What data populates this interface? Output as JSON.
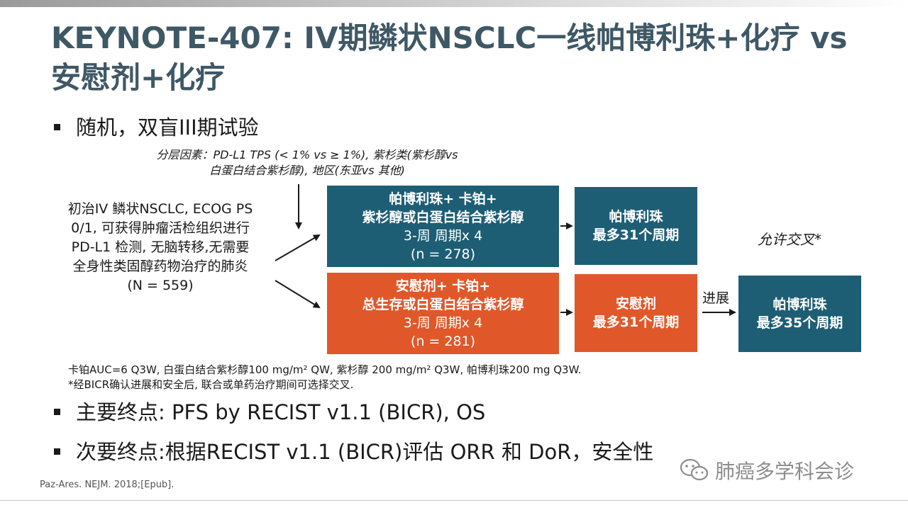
{
  "title": "KEYNOTE-407: IV期鳞状NSCLC一线帕博利珠+化疗 vs 安慰剂+化疗",
  "bullet1": "随机，双盲III期试验",
  "stratification": {
    "line1": "分层因素：PD-L1 TPS (< 1% vs ≥ 1%), 紫杉类(紫杉醇vs",
    "line2": "白蛋白结合紫杉醇), 地区(东亚vs 其他)"
  },
  "population": {
    "line1": "初治IV 鳞状NSCLC, ECOG PS",
    "line2": "0/1, 可获得肿瘤活检组织进行",
    "line3": "PD-L1 检测, 无脑转移,无需要",
    "line4": "全身性类固醇药物治疗的肺炎",
    "line5": "(N = 559)"
  },
  "arm1": {
    "line1": "帕博利珠+ 卡铂+",
    "line2": "紫杉醇或白蛋白结合紫杉醇",
    "line3": "3-周 周期x 4",
    "line4": "(n = 278)",
    "color": "#1e5e75"
  },
  "arm1_maint": {
    "line1": "帕博利珠",
    "line2": "最多31个周期"
  },
  "arm2": {
    "line1": "安慰剂+ 卡铂+",
    "line2": "总生存或白蛋白结合紫杉醇",
    "line3": "3-周 周期x 4",
    "line4": "(n = 281)",
    "color": "#e0582a"
  },
  "arm2_maint": {
    "line1": "安慰剂",
    "line2": "最多31个周期"
  },
  "crossover_label": "允许交叉*",
  "progression_label": "进展",
  "crossover_box": {
    "line1": "帕博利珠",
    "line2": "最多35个周期"
  },
  "footnote": {
    "line1": "卡铂AUC=6 Q3W, 白蛋白结合紫杉醇100 mg/m² QW, 紫杉醇 200 mg/m² Q3W, 帕博利珠200 mg Q3W.",
    "line2": "*经BICR确认进展和安全后, 联合或单药治疗期间可选择交叉."
  },
  "bullet2": "主要终点: PFS by RECIST v1.1 (BICR), OS",
  "bullet3": "次要终点:根据RECIST v1.1 (BICR)评估 ORR 和 DoR，安全性",
  "reference": "Paz-Ares. NEJM. 2018;[Epub].",
  "watermark": "肺癌多学科会诊",
  "colors": {
    "title": "#3f5866",
    "teal": "#1e5e75",
    "orange": "#e0582a"
  }
}
